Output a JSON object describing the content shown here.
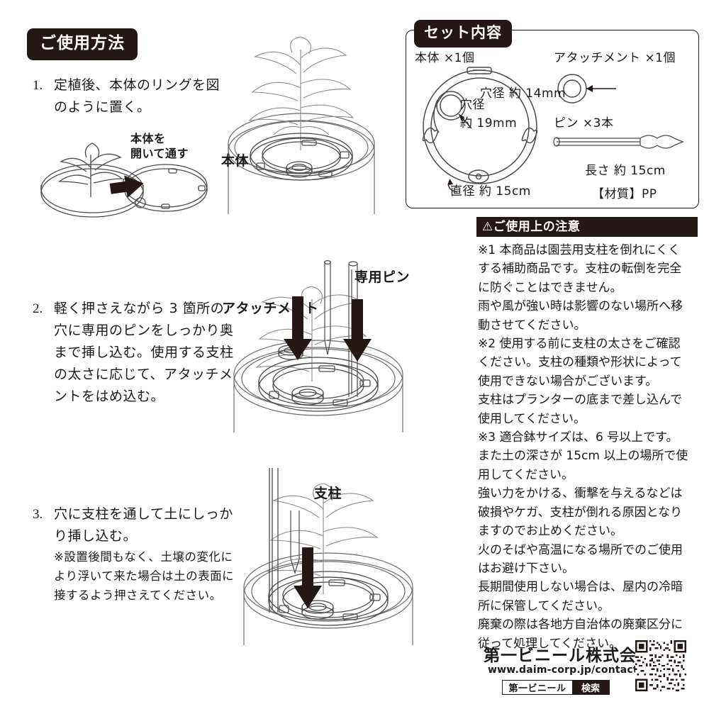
{
  "headings": {
    "usage": "ご使用方法",
    "set_contents": "セット内容",
    "caution": "⚠ご使用上の注意"
  },
  "steps": [
    {
      "number": "1.",
      "text": "定植後、本体のリングを図のように置く。",
      "note": ""
    },
    {
      "number": "2.",
      "text": "軽く押さえながら 3 箇所の穴に専用のピンをしっかり奥まで挿し込む。使用する支柱の太さに応じて、アタッチメントをはめ込む。",
      "note": ""
    },
    {
      "number": "3.",
      "text": "穴に支柱を通して土にしっかり挿し込む。",
      "note": "※設置後間もなく、土壌の変化により浮いて来た場合は土の表面に接するよう押さえてください。"
    }
  ],
  "figure_captions": {
    "open_and_pass": "本体を\n開いて通す",
    "body_ring": "本体",
    "attachment": "アタッチメント",
    "dedicated_pin": "専用ピン",
    "stake": "支柱"
  },
  "set_contents": {
    "body_label": "本体 ×1個",
    "body_hole": "穴径\n約 19mm",
    "body_diameter": "直径 約 15cm",
    "attachment_label": "アタッチメント ×1個",
    "attachment_hole": "穴径 約 14mm",
    "pin_label": "ピン ×3本",
    "pin_length": "長さ 約 15cm",
    "material": "【材質】PP"
  },
  "caution_lines": [
    "※1 本商品は園芸用支柱を倒れにくく",
    "する補助商品です。支柱の転倒を完全",
    "に防ぐことはできません。",
    "雨や風が強い時は影響のない場所へ移",
    "動させてください。",
    "※2 使用する前に支柱の太さをご確認",
    "ください。支柱の種類や形状によって",
    "使用できない場合がございます。",
    "支柱はプランターの底まで差し込んで",
    "使用してください。",
    "※3 適合鉢サイズは、6 号以上です。",
    "また土の深さが 15cm 以上の場所で使",
    "用してください。",
    "強い力をかける、衝撃を与えるなどは",
    "破損やケガ、支柱が倒れる原因となり",
    "ますのでお止めください。",
    "火のそばや高温になる場所でのご使用",
    "はお避け下さい。",
    "長期間使用しない場合は、屋内の冷暗",
    "所に保管してください。",
    "廃棄の際は各地方自治体の廃棄区分に",
    "従って処理してください。"
  ],
  "footer": {
    "company": "第一ビニール株式会社",
    "url": "www.daim-corp.jp/contact/",
    "search_term": "第一ビニール",
    "search_button": "検索"
  },
  "colors": {
    "ink": "#231815",
    "line": "#4a4a4a",
    "white": "#ffffff"
  }
}
